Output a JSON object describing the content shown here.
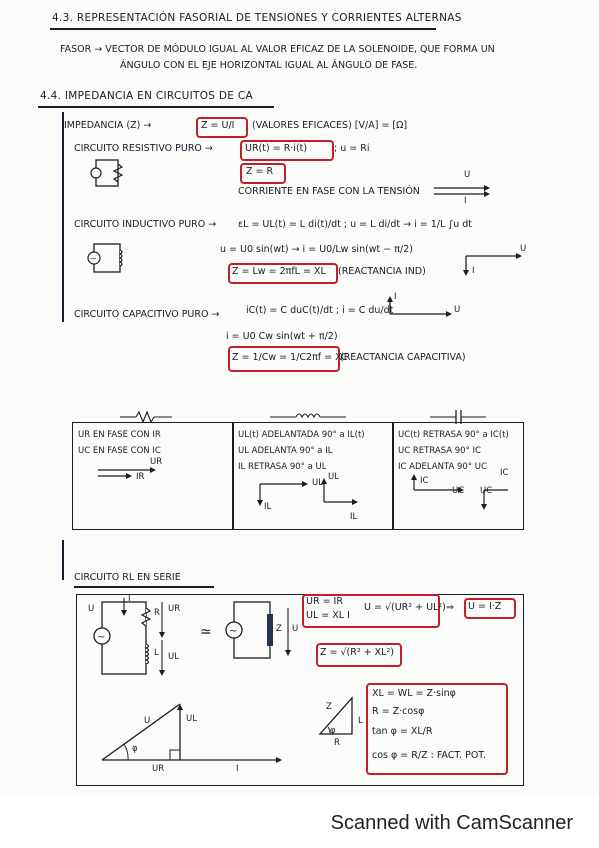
{
  "section43": {
    "title": "4.3. REPRESENTACIÓN FASORIAL DE TENSIONES Y CORRIENTES ALTERNAS",
    "line1": "FASOR → VECTOR DE MÓDULO IGUAL AL VALOR EFICAZ DE LA SOLENOIDE, QUE FORMA UN",
    "line2": "ÁNGULO CON EL EJE HORIZONTAL IGUAL AL ÁNGULO DE FASE."
  },
  "section44": {
    "title": "4.4. IMPEDANCIA EN CIRCUITOS DE CA",
    "impedancia_label": "IMPEDANCIA (Z) →",
    "impedancia_formula": "Z = U/I",
    "impedancia_note": "(VALORES EFICACES)   [V/A] = [Ω]"
  },
  "resistivo": {
    "label": "CIRCUITO RESISTIVO PURO →",
    "formula1": "UR(t) = R·i(t)",
    "formula1b": ";  u = Ri",
    "formula2": "Z = R",
    "note": "CORRIENTE EN FASE CON LA TENSIÓN",
    "vec_u": "U",
    "vec_i": "I"
  },
  "inductivo": {
    "label": "CIRCUITO INDUCTIVO PURO →",
    "formula1": "εL = UL(t) = L di(t)/dt  ;  u = L di/dt → i = 1/L ∫u dt",
    "formula2": "u = U0 sin(wt) → i = U0/Lw sin(wt − π/2)",
    "formula3": "Z = Lw = 2πfL = XL",
    "formula3_note": "(REACTANCIA IND)",
    "vec_u": "U",
    "vec_i": "I"
  },
  "capacitivo": {
    "label": "CIRCUITO CAPACITIVO PURO →",
    "formula1": "iC(t) = C duC(t)/dt  ;  i = C du/dt",
    "formula2": "i = U0 Cw sin(wt + π/2)",
    "formula3": "Z = 1/Cw = 1/C2πf = XC",
    "formula3_note": "(REACTANCIA CAPACITIVA)",
    "vec_u": "U",
    "vec_i": "I"
  },
  "table": {
    "col1": [
      "UR EN FASE CON IR",
      "UC EN FASE CON IC"
    ],
    "col1_vec": [
      "UR",
      "IR"
    ],
    "col2": [
      "UL(t) ADELANTADA 90° a IL(t)",
      "UL ADELANTA 90° a IL",
      "IL RETRASA 90° a UL"
    ],
    "col2_vec": [
      "UL",
      "IL",
      "UL",
      "IL"
    ],
    "col3": [
      "UC(t) RETRASA 90° a IC(t)",
      "UC RETRASA 90° IC",
      "IC ADELANTA 90° UC"
    ],
    "col3_vec": [
      "IC",
      "UC",
      "UC",
      "IC"
    ]
  },
  "rl": {
    "label": "CIRCUITO RL EN SERIE",
    "left_labels": [
      "U",
      "I",
      "R",
      "UR",
      "L",
      "UL"
    ],
    "equiv": "≃",
    "z": "Z",
    "u": "U",
    "f1a": "UR = IR",
    "f1b": "UL = XL I",
    "f1c": "U = √(UR² + UL²)",
    "f1d": "⇒",
    "f1e": "U = I·Z",
    "f2": "Z = √(R² + XL²)",
    "tri1": [
      "U",
      "UL",
      "φ",
      "UR",
      "I"
    ],
    "tri2": [
      "Z",
      "L",
      "φ",
      "R"
    ],
    "f3a": "XL = WL = Z·sinφ",
    "f3b": "R = Z·cosφ",
    "f3c": "tan φ = XL/R",
    "f3d": "cos φ = R/Z : FACT. POT."
  },
  "footer": {
    "watermark": "Scanned with CamScanner"
  }
}
